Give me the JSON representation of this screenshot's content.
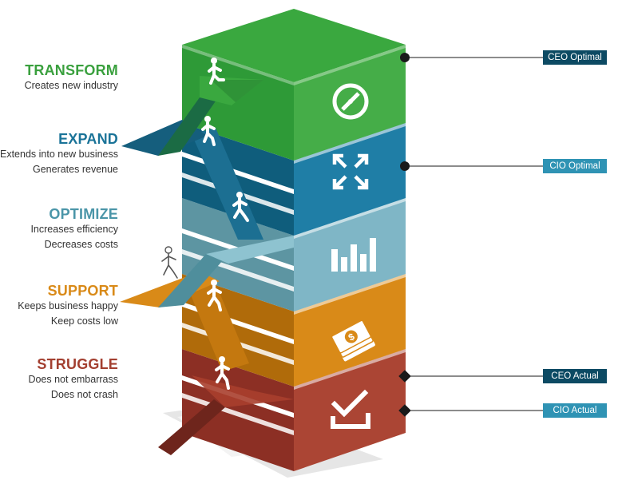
{
  "levels": [
    {
      "key": "transform",
      "title": "TRANSFORM",
      "color": "#3aa03e",
      "desc": [
        "Creates new industry"
      ],
      "icon": "compass-icon"
    },
    {
      "key": "expand",
      "title": "EXPAND",
      "color": "#1a7398",
      "desc": [
        "Extends into new business",
        "Generates revenue"
      ],
      "icon": "expand-arrows-icon"
    },
    {
      "key": "optimize",
      "title": "OPTIMIZE",
      "color": "#4a95a8",
      "desc": [
        "Increases efficiency",
        "Decreases costs"
      ],
      "icon": "bar-chart-icon"
    },
    {
      "key": "support",
      "title": "SUPPORT",
      "color": "#d98a18",
      "desc": [
        "Keeps business happy",
        "Keep costs low"
      ],
      "icon": "money-icon"
    },
    {
      "key": "struggle",
      "title": "STRUGGLE",
      "color": "#a33f30",
      "desc": [
        "Does not embarrass",
        "Does not crash"
      ],
      "icon": "checkmark-icon"
    }
  ],
  "markers": [
    {
      "label": "CEO Optimal",
      "style": "dark",
      "shape": "circle"
    },
    {
      "label": "CIO Optimal",
      "style": "light",
      "shape": "circle"
    },
    {
      "label": "CEO Actual",
      "style": "dark",
      "shape": "diamond"
    },
    {
      "label": "CIO Actual",
      "style": "light",
      "shape": "diamond"
    }
  ]
}
